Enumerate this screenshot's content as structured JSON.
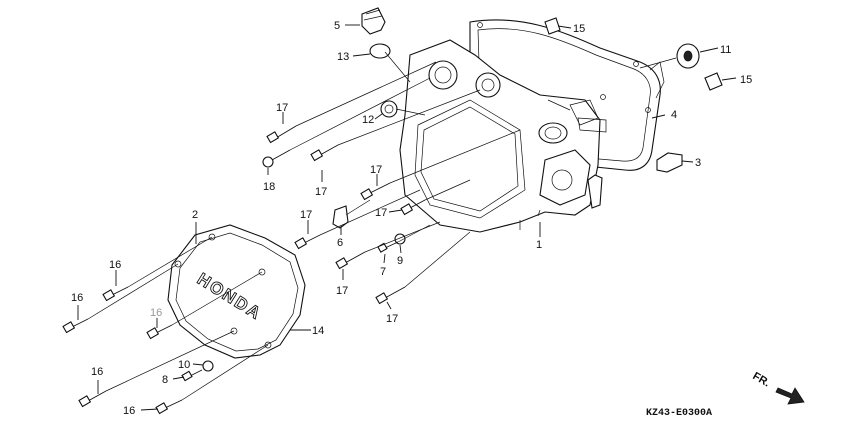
{
  "brand_text": "HONDA",
  "diagram_code": "KZ43-E0300A",
  "direction_label": "FR.",
  "callouts": {
    "c1": "1",
    "c2": "2",
    "c3": "3",
    "c4": "4",
    "c5": "5",
    "c6": "6",
    "c7": "7",
    "c8": "8",
    "c9": "9",
    "c10": "10",
    "c11": "11",
    "c12": "12",
    "c13": "13",
    "c14": "14",
    "c15a": "15",
    "c15b": "15",
    "c16a": "16",
    "c16b": "16",
    "c16c": "16",
    "c16d": "16",
    "c16e": "16",
    "c17a": "17",
    "c17b": "17",
    "c17c": "17",
    "c17d": "17",
    "c17e": "17",
    "c17f": "17",
    "c17g": "17",
    "c18": "18"
  }
}
